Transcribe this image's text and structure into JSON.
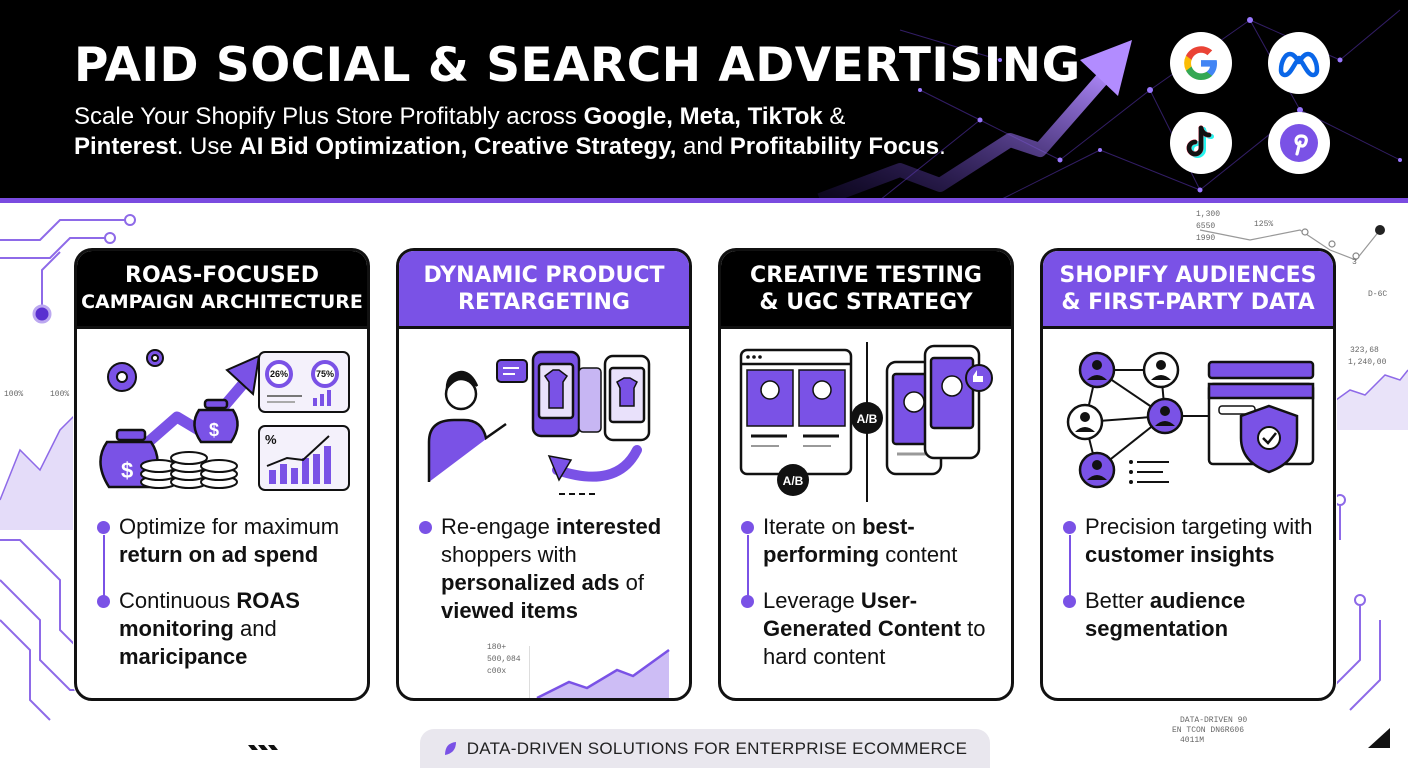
{
  "header": {
    "title": "PAID SOCIAL & SEARCH ADVERTISING",
    "subtitle": {
      "p1": "Scale Your Shopify Plus Store Profitably across ",
      "b1": "Google, Meta, TikTok",
      "p2": " & ",
      "b2": "Pinterest",
      "p3": ". Use ",
      "b3": "AI Bid Optimization, Creative Strategy,",
      "p4": " and ",
      "b4": "Profitability Focus",
      "p5": "."
    },
    "brands": [
      "google-icon",
      "meta-icon",
      "tiktok-icon",
      "pinterest-icon"
    ]
  },
  "colors": {
    "accent": "#7a52e6",
    "dark": "#000000"
  },
  "cards": [
    {
      "title_l1": "ROAS-FOCUSED",
      "title_l2": "CAMPAIGN ARCHITECTURE",
      "donut1": "26%",
      "donut2": "75%",
      "pct_symbol": "%",
      "b1": {
        "t1": "Optimize for maximum ",
        "s1": "return on ad spend",
        "t2": ""
      },
      "b2": {
        "t1": "Continuous ",
        "s1": "ROAS monitoring",
        "t2": " and ",
        "s2": "maricipance"
      }
    },
    {
      "title_l1": "DYNAMIC PRODUCT",
      "title_l2": "RETARGETING",
      "mini_l1": "180+",
      "mini_l2": "500,084",
      "mini_l3": "c00x",
      "b1": {
        "t1": "Re-engage ",
        "s1": "interested",
        "t2": " shoppers with ",
        "s2": "personalized ads",
        "t3": " of ",
        "s3": "viewed items"
      }
    },
    {
      "title_l1": "CREATIVE TESTING",
      "title_l2": "& UGC STRATEGY",
      "ab1": "A/B",
      "ab2": "A/B",
      "b1": {
        "t1": "Iterate on ",
        "s1": "best-performing",
        "t2": " content"
      },
      "b2": {
        "t1": "Leverage ",
        "s1": "User-Generated Content",
        "t2": " to hard content"
      }
    },
    {
      "title_l1": "SHOPIFY AUDIENCES",
      "title_l2": "& FIRST-PARTY DATA",
      "b1": {
        "t1": "Precision targeting with ",
        "s1": "customer insights"
      },
      "b2": {
        "t1": "Better ",
        "s1": "audience",
        "t2": " ",
        "s2": "segmentation"
      }
    }
  ],
  "deco_text": {
    "tl1": "1,300",
    "tl2": "6550",
    "tl3": "1990",
    "t125": "125%",
    "t3": "3",
    "tdc": "D-6C",
    "t323": "323,68",
    "t1240": "1,240,00",
    "t100a": "100%",
    "t100b": "100%",
    "br1": "DATA-DRIVEN 90",
    "br2": "EN TCON DN6R606",
    "br3": "4011M"
  },
  "footer": {
    "text": "DATA-DRIVEN SOLUTIONS FOR ENTERPRISE ECOMMERCE"
  }
}
